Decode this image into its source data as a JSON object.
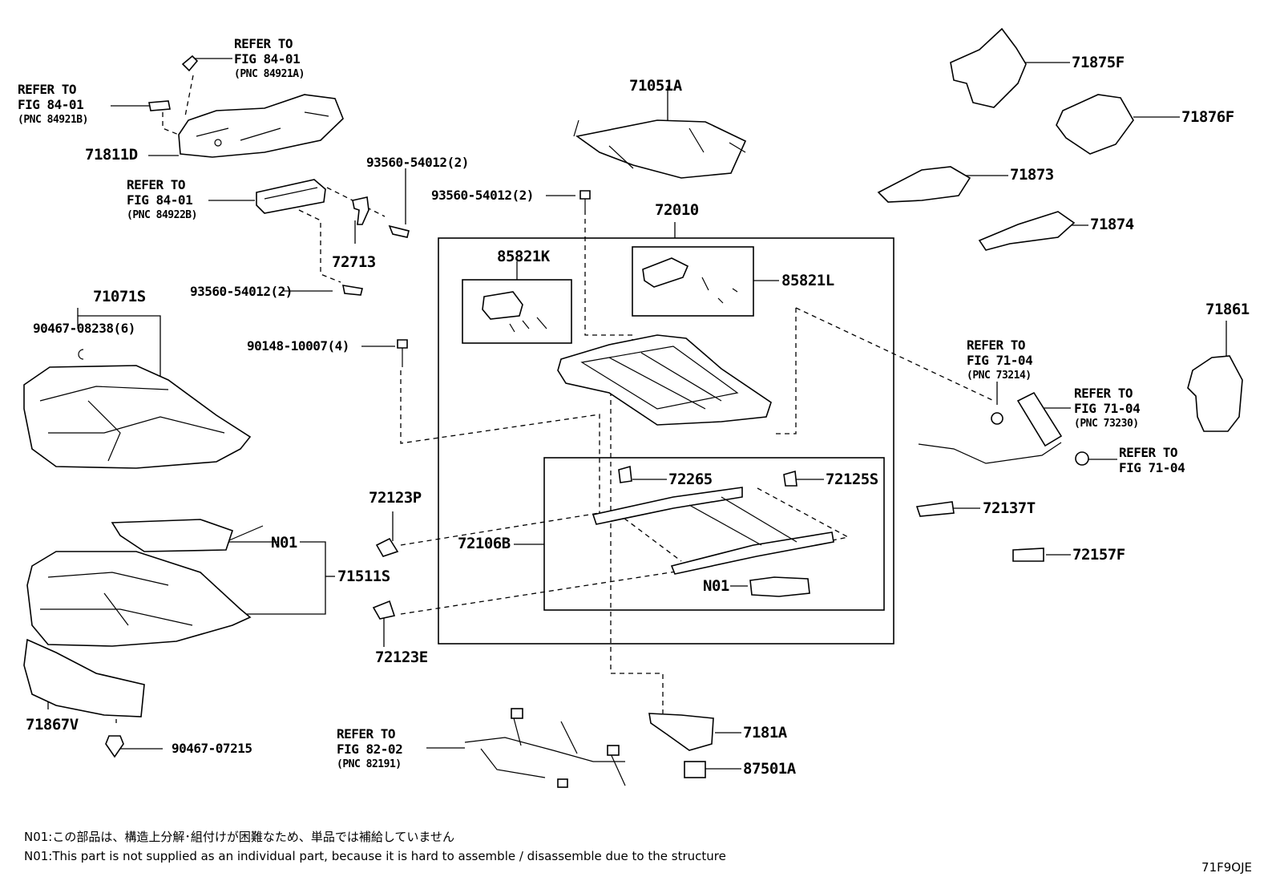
{
  "labels": {
    "p71875F": "71875F",
    "p71876F": "71876F",
    "p71873": "71873",
    "p71874": "71874",
    "p71051A": "71051A",
    "p72010": "72010",
    "p85821K": "85821K",
    "p85821L": "85821L",
    "p71811D": "71811D",
    "p72713": "72713",
    "p71071S": "71071S",
    "p90467_08238": "90467-08238(6)",
    "p90148": "90148-10007(4)",
    "bolt_a": "93560-54012(2)",
    "bolt_b": "93560-54012(2)",
    "bolt_c": "93560-54012(2)",
    "p72265": "72265",
    "p72125S": "72125S",
    "p72106B": "72106B",
    "p72123P": "72123P",
    "p72123E": "72123E",
    "n01_a": "N01",
    "n01_b": "N01",
    "p71511S": "71511S",
    "p71867V": "71867V",
    "p90467_07215": "90467-07215",
    "p7181A": "7181A",
    "p87501A": "87501A",
    "p72137T": "72137T",
    "p72157F": "72157F",
    "p71861": "71861"
  },
  "refs": {
    "r1": {
      "l1": "REFER TO",
      "l2": "FIG 84-01",
      "l3": "(PNC 84921A)"
    },
    "r2": {
      "l1": "REFER TO",
      "l2": "FIG 84-01",
      "l3": "(PNC 84921B)"
    },
    "r3": {
      "l1": "REFER TO",
      "l2": "FIG 84-01",
      "l3": "(PNC 84922B)"
    },
    "r4": {
      "l1": "REFER TO",
      "l2": "FIG 71-04",
      "l3": "(PNC 73214)"
    },
    "r5": {
      "l1": "REFER TO",
      "l2": "FIG 71-04",
      "l3": "(PNC 73230)"
    },
    "r6": {
      "l1": "REFER TO",
      "l2": "FIG 71-04"
    },
    "r7": {
      "l1": "REFER TO",
      "l2": "FIG 82-02",
      "l3": "(PNC 82191)"
    }
  },
  "notes": {
    "jp": "N01:この部品は、構造上分解･組付けが困難なため、単品では補給していません",
    "en": "N01:This part is not supplied as an individual part, because it is hard to assemble / disassemble due to the structure"
  },
  "figure_code": "71F9OJE"
}
